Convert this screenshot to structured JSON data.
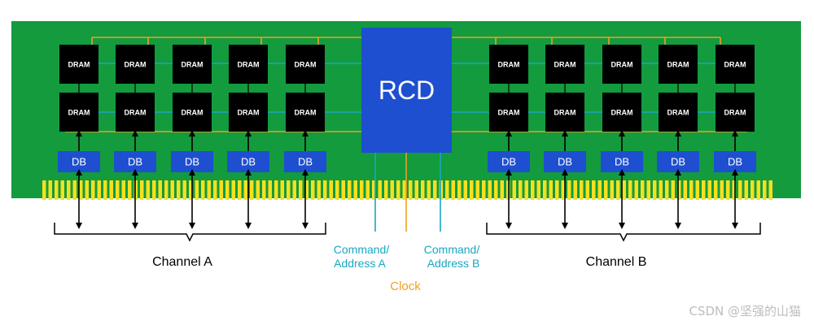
{
  "labels": {
    "rcd": "RCD",
    "dram": "DRAM",
    "db": "DB",
    "channel_a": "Channel A",
    "channel_b": "Channel B",
    "cmd_a_line1": "Command/",
    "cmd_a_line2": "Address A",
    "cmd_b_line1": "Command/",
    "cmd_b_line2": "Address B",
    "clock": "Clock"
  },
  "watermark": "CSDN @坚强的山猫",
  "colors": {
    "pcb": "#139b3e",
    "chip": "#000000",
    "rcd": "#1e4fd0",
    "db": "#1e4fd0",
    "clock_line": "#f0a020",
    "cmd_line": "#1aa7c1",
    "pins": "#f5e020"
  },
  "channels": {
    "a": {
      "columns": 5,
      "dram_rows": 2
    },
    "b": {
      "columns": 5,
      "dram_rows": 2
    }
  }
}
